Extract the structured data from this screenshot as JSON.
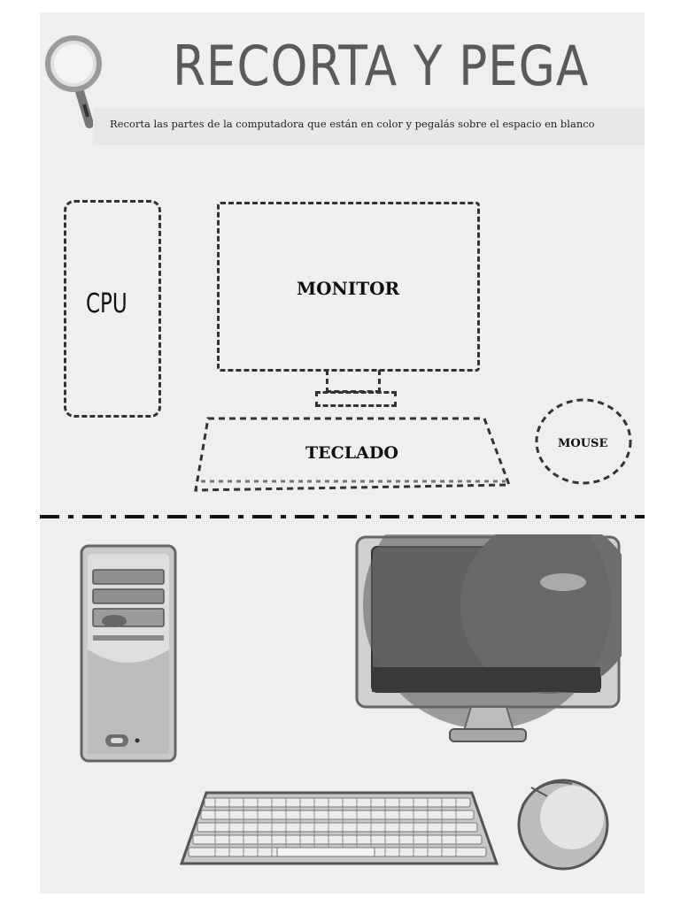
{
  "header": {
    "title": "RECORTA Y PEGA",
    "subtitle": "Recorta las partes de la computadora que están en color y pegalás sobre el espacio en blanco"
  },
  "labels": {
    "cpu": "CPU",
    "monitor": "MONITOR",
    "keyboard": "TECLADO",
    "mouse": "MOUSE"
  },
  "icons": [
    "magnifier-icon",
    "cpu-tower-icon",
    "monitor-icon",
    "keyboard-icon",
    "mouse-icon"
  ],
  "colors": {
    "sheet": "#efefef",
    "ink": "#333333",
    "title": "#5a5a5a"
  }
}
